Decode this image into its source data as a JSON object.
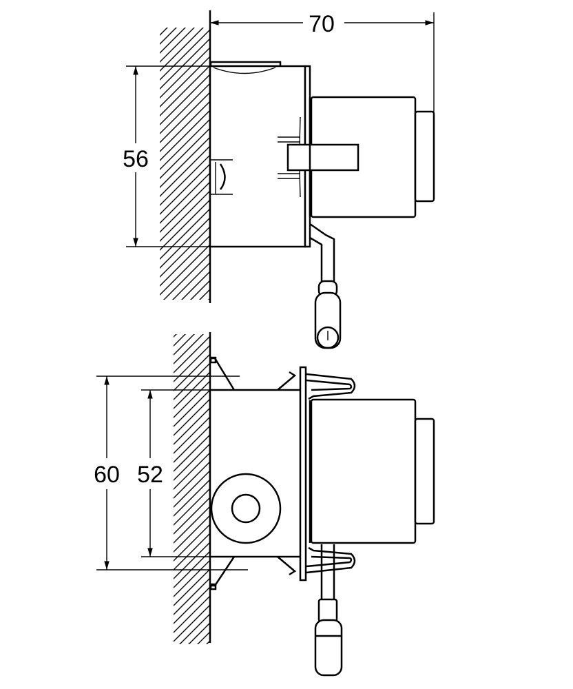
{
  "dimensions": {
    "overall_depth": "70",
    "top_view_height": "56",
    "bottom_view_outer_height": "60",
    "bottom_view_inner_height": "52"
  },
  "colors": {
    "line": "#000000",
    "background": "#ffffff"
  }
}
